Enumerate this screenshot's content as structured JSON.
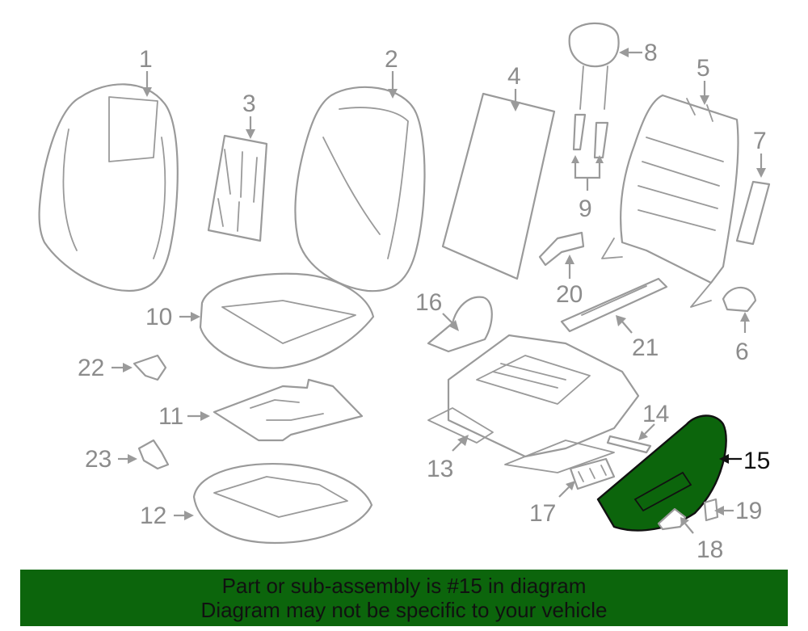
{
  "callouts": {
    "n1": "1",
    "n2": "2",
    "n3": "3",
    "n4": "4",
    "n5": "5",
    "n6": "6",
    "n7": "7",
    "n8": "8",
    "n9": "9",
    "n10": "10",
    "n11": "11",
    "n12": "12",
    "n13": "13",
    "n14": "14",
    "n15": "15",
    "n16": "16",
    "n17": "17",
    "n18": "18",
    "n19": "19",
    "n20": "20",
    "n21": "21",
    "n22": "22",
    "n23": "23"
  },
  "highlight": {
    "part_number": "15",
    "color": "#0c650c"
  },
  "banner": {
    "line1": "Part or sub-assembly is #15 in diagram",
    "line2": "Diagram may not be specific to your vehicle",
    "color": "#0c650c"
  }
}
